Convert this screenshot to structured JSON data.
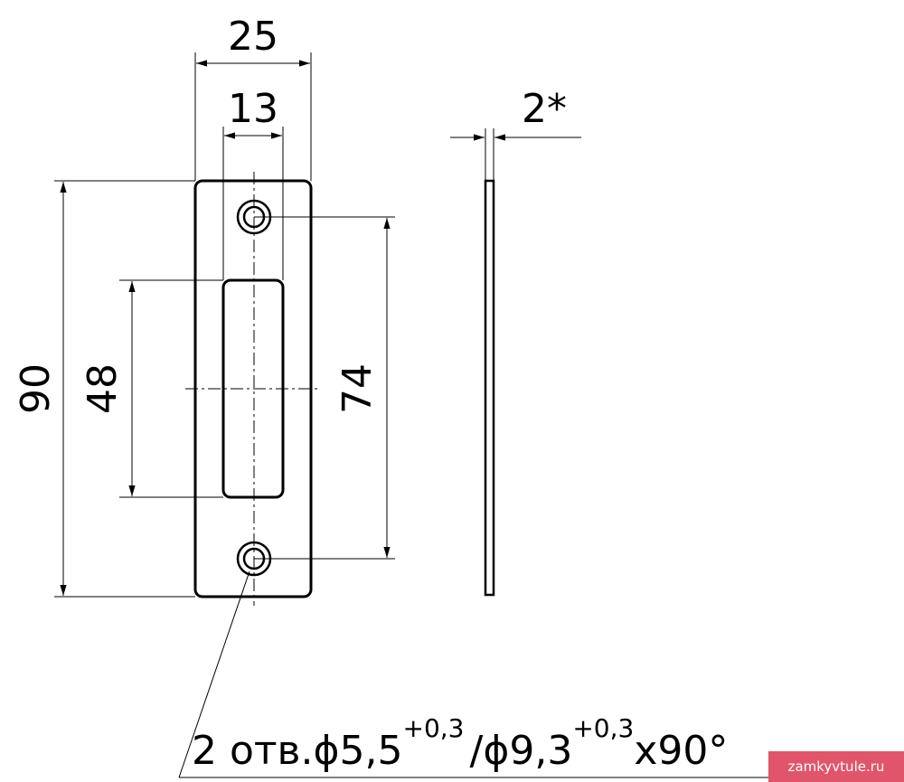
{
  "dimensions": {
    "overall_width": "25",
    "slot_width": "13",
    "thickness": "2*",
    "overall_height": "90",
    "slot_height": "48",
    "hole_spacing": "74"
  },
  "note": {
    "count": "2",
    "abbr": "отв.",
    "diameter_sign_1": "ϕ",
    "hole_diameter": "5,5",
    "tolerance_1": "+0,3",
    "separator": "/",
    "diameter_sign_2": "ϕ",
    "countersink_diameter": "9,3",
    "tolerance_2": "+0,3",
    "angle": "x90°"
  },
  "watermark": "zamkyvtule.ru"
}
